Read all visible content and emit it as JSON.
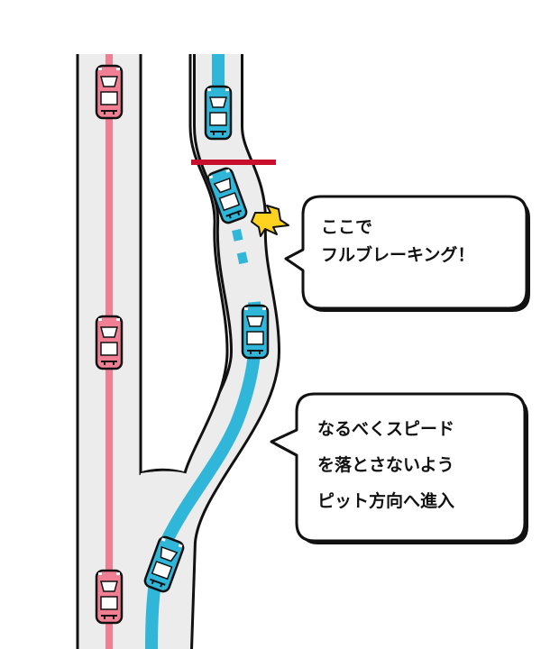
{
  "colors": {
    "road": "#ececec",
    "outline": "#111111",
    "main_lane": "#f07f94",
    "pit_lane": "#2fb6d9",
    "brake_line": "#c8102e",
    "impact_star": "#ffd21f",
    "red_car": "#f07f94",
    "blue_car": "#2fb6d9"
  },
  "callouts": {
    "braking": {
      "lines": [
        "ここで",
        "フルブレーキング！"
      ]
    },
    "approach": {
      "lines": [
        "なるべくスピード",
        "を落とさないよう",
        "ピット方向へ進入"
      ]
    }
  },
  "icons": {
    "impact": "impact-star-icon",
    "car": "car-icon"
  }
}
